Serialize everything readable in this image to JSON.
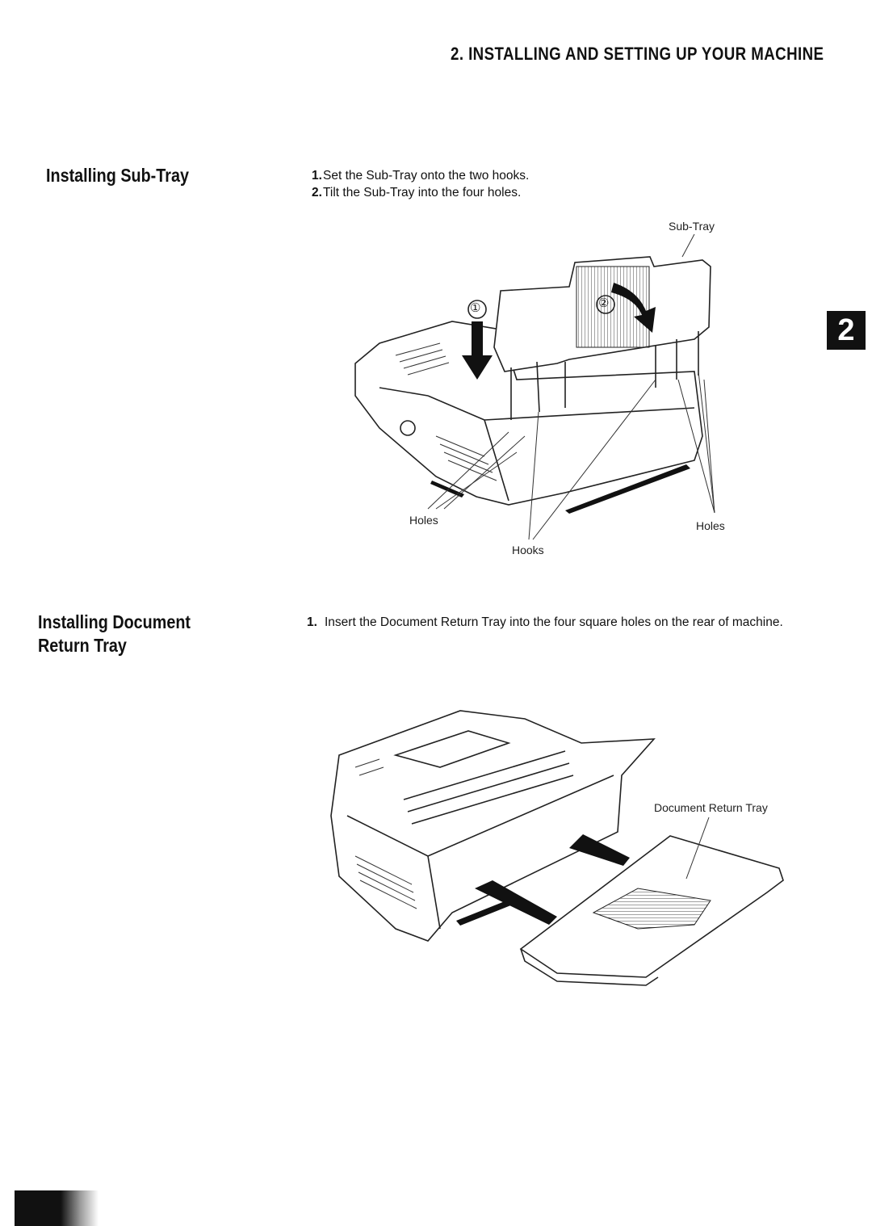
{
  "header": {
    "chapter_title": "2. INSTALLING AND SETTING UP YOUR MACHINE"
  },
  "side_tab": {
    "label": "2"
  },
  "sections": [
    {
      "heading": "Installing Sub-Tray",
      "steps": [
        {
          "num": "1.",
          "text": "Set the Sub-Tray onto the two hooks."
        },
        {
          "num": "2.",
          "text": "Tilt the Sub-Tray into the four holes."
        }
      ],
      "figure_labels": {
        "sub_tray": "Sub-Tray",
        "holes_left": "Holes",
        "holes_right": "Holes",
        "hooks": "Hooks",
        "marker_1": "①",
        "marker_2": "②"
      }
    },
    {
      "heading_line1": "Installing Document",
      "heading_line2": "Return Tray",
      "steps": [
        {
          "num": "1.",
          "text": "Insert the Document Return Tray into the four square holes on the rear of machine."
        }
      ],
      "figure_labels": {
        "document_return_tray": "Document Return Tray"
      }
    }
  ]
}
